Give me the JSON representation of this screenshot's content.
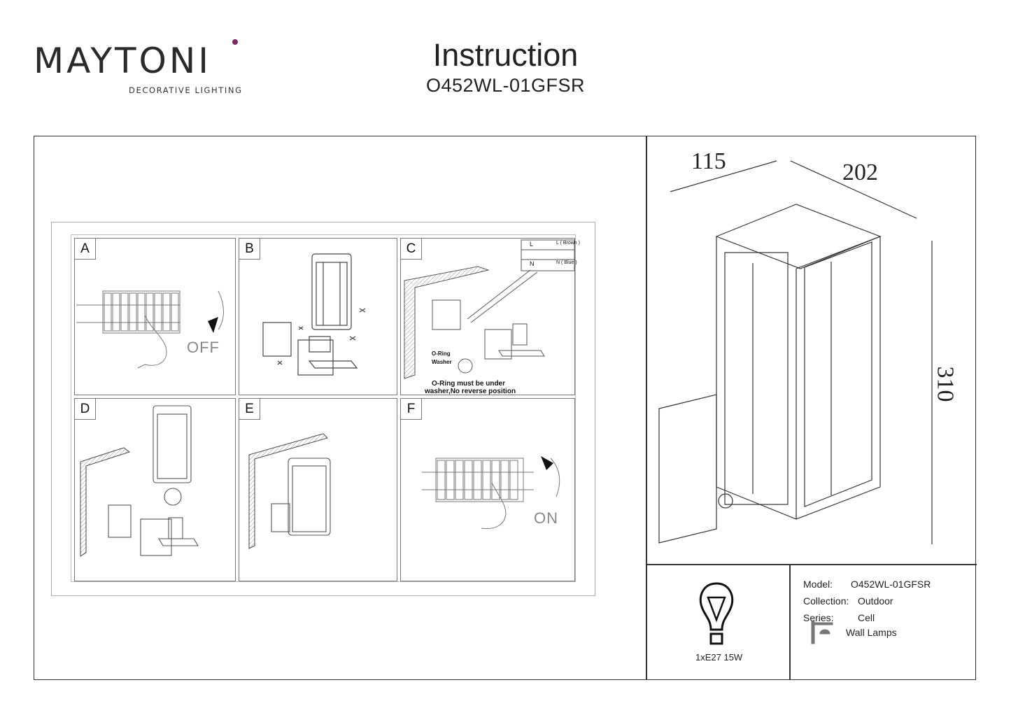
{
  "header": {
    "brand": "MAYTONI",
    "brand_tagline": "DECORATIVE LIGHTING",
    "title": "Instruction",
    "model_code": "O452WL-01GFSR"
  },
  "steps": [
    {
      "label": "A",
      "switch_text": "OFF"
    },
    {
      "label": "B"
    },
    {
      "label": "C",
      "wire_l": "L",
      "wire_n": "N",
      "wire_l_color": "L ( Brown )",
      "wire_n_color": "N ( Blue )",
      "oring_label": "O-Ring",
      "washer_label": "Washer",
      "note_line1": "O-Ring must be under",
      "note_line2": "washer,No reverse position"
    },
    {
      "label": "D"
    },
    {
      "label": "E"
    },
    {
      "label": "F",
      "switch_text": "ON"
    }
  ],
  "dimensions": {
    "depth": "115",
    "width": "202",
    "height": "310"
  },
  "lamp": {
    "bulb": "1xE27 15W"
  },
  "specs": [
    {
      "key": "Model:",
      "value": "O452WL-01GFSR"
    },
    {
      "key": "Collection:",
      "value": "Outdoor"
    },
    {
      "key": "Series:",
      "value": "Cell"
    }
  ],
  "type_label": "Wall Lamps",
  "colors": {
    "brand_accent": "#7a2a5e",
    "line": "#333333"
  }
}
